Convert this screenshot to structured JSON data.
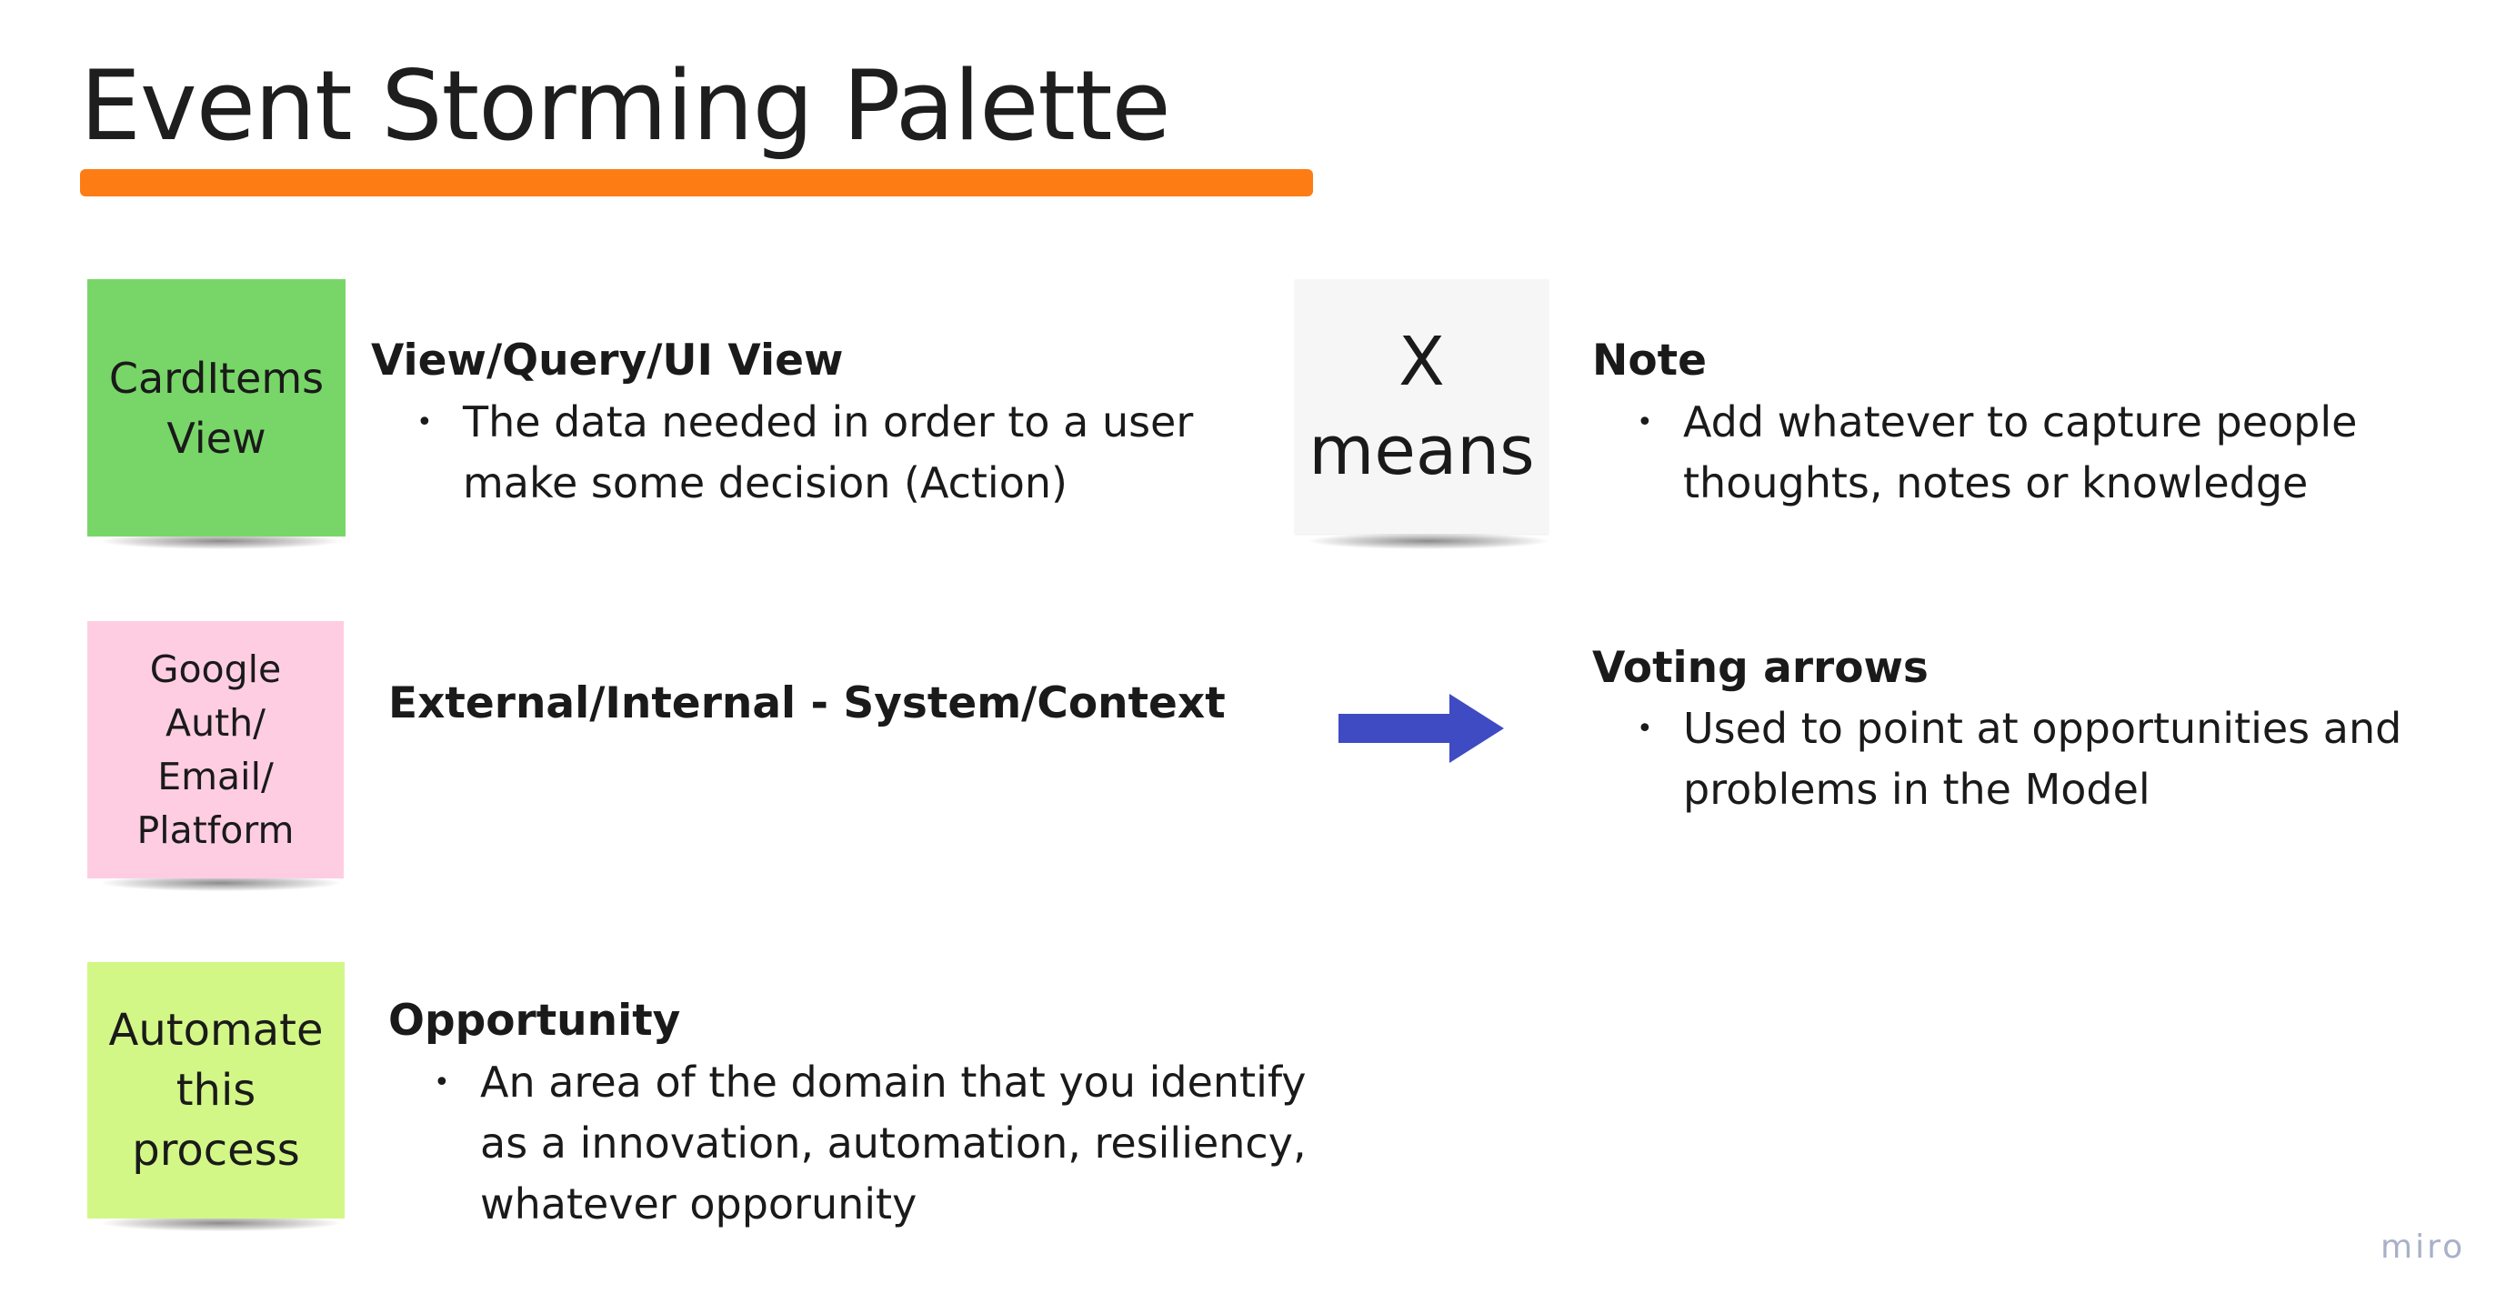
{
  "title": "Event Storming Palette",
  "colors": {
    "accent_bar": "#fd7d14",
    "sticky_view": "#78d668",
    "sticky_external": "#fecde2",
    "sticky_opportunity": "#d2f786",
    "sticky_note": "#f6f6f6",
    "voting_arrow": "#3f4bc2"
  },
  "items": {
    "view": {
      "sticky_text": "CardItems\nView",
      "heading": "View/Query/UI View",
      "bullet": "The data needed in order to a user\nmake some decision (Action)"
    },
    "external": {
      "sticky_text": "Google\nAuth/\nEmail/\nPlatform",
      "heading": "External/Internal - System/Context"
    },
    "opportunity": {
      "sticky_text": "Automate\nthis\nprocess",
      "heading": "Opportunity",
      "bullet": "An area of the domain that you identify\nas a innovation, automation, resiliency,\nwhatever opporunity"
    },
    "note": {
      "sticky_text": "X\nmeans",
      "heading": "Note",
      "bullet": "Add whatever to capture people\nthoughts, notes or knowledge"
    },
    "voting": {
      "icon": "right-arrow-icon",
      "heading": "Voting arrows",
      "bullet": "Used to point at opportunities and\nproblems in the Model"
    }
  },
  "bullet_symbol": "•",
  "watermark": "miro"
}
